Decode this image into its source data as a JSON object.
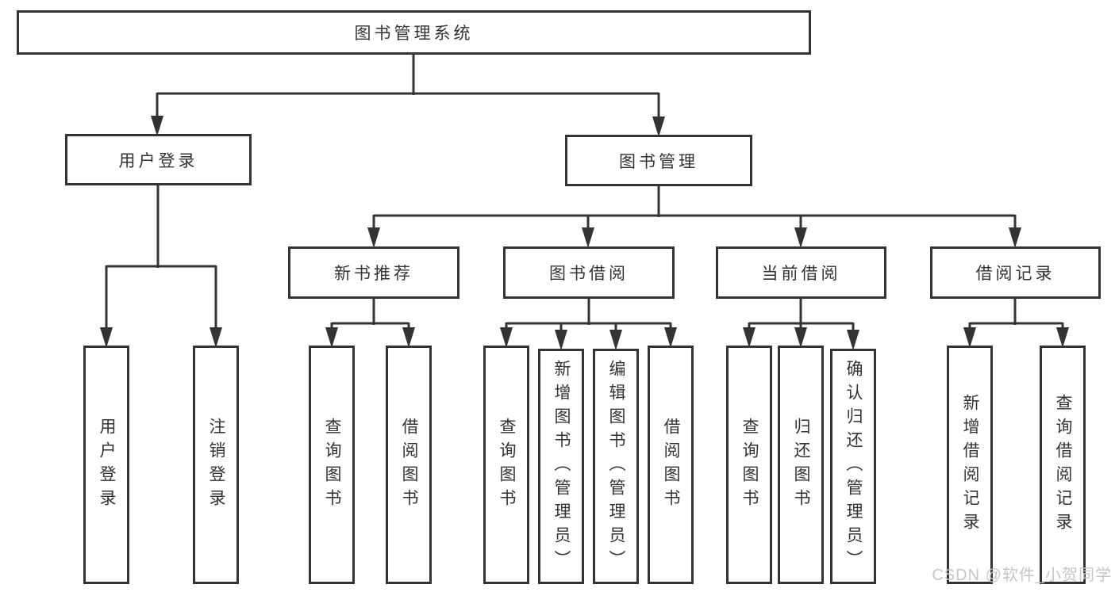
{
  "diagram": {
    "root": {
      "label": "图书管理系统"
    },
    "branches": [
      {
        "label": "用户登录",
        "children": [
          {
            "label": "用户登录"
          },
          {
            "label": "注销登录"
          }
        ]
      },
      {
        "label": "图书管理",
        "children": [
          {
            "label": "新书推荐",
            "children": [
              {
                "label": "查询图书"
              },
              {
                "label": "借阅图书"
              }
            ]
          },
          {
            "label": "图书借阅",
            "children": [
              {
                "label": "查询图书"
              },
              {
                "label": "新增图书（管理员）"
              },
              {
                "label": "编辑图书（管理员）"
              },
              {
                "label": "借阅图书"
              }
            ]
          },
          {
            "label": "当前借阅",
            "children": [
              {
                "label": "查询图书"
              },
              {
                "label": "归还图书"
              },
              {
                "label": "确认归还（管理员）"
              }
            ]
          },
          {
            "label": "借阅记录",
            "children": [
              {
                "label": "新增借阅记录"
              },
              {
                "label": "查询借阅记录"
              }
            ]
          }
        ]
      }
    ]
  },
  "watermark": {
    "text": "CSDN @软件_小贺同学"
  },
  "colors": {
    "line": "#333333",
    "box_border": "#333333",
    "text": "#333333",
    "background": "#ffffff",
    "watermark": "#c6c6c6"
  }
}
